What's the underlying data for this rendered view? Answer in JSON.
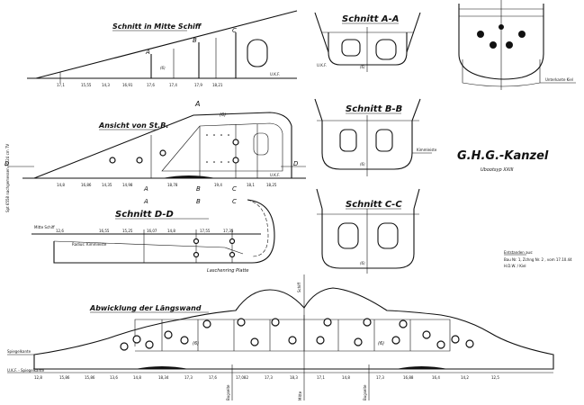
{
  "titles": {
    "section_midship": "Schnitt in Mitte Schiff",
    "view_starboard": "Ansicht von St.B.",
    "section_dd": "Schnitt D-D",
    "section_aa": "Schnitt A-A",
    "section_bb": "Schnitt B-B",
    "section_cc": "Schnitt C-C",
    "development": "Abwicklung der Längswand",
    "main_title": "G.H.G.-Kanzel",
    "subtitle": "Ubootsyp XXIII"
  },
  "markers": {
    "A": "A",
    "B": "B",
    "C": "C",
    "D": "D",
    "plate6": "(6)"
  },
  "labels": {
    "uk": "U.K.F.",
    "mitte_schiff": "Mitte Schiff",
    "keel_right": "Unterkante Kiel",
    "kimmleiste": "Kimmleiste",
    "radius_note": "Radius: Kimmleiste",
    "laschenring": "Laschenring Platte",
    "vertical_note": "Spt 6558 nachgemessen 76 24 cm TV",
    "bug_left": "Bugseite",
    "mitte": "Mitte",
    "bug_right": "Bugseite",
    "spiegel_left": "Spiegelkante",
    "uk_spiegel": "U.K.F. - Spiegelkante",
    "schiff_note": "Schiff"
  },
  "source_note": {
    "line1": "Entstanden aus:",
    "line2": "Bau Nr. 1, Zchng Nr. 2 , vom 17.10.44",
    "line3": "H.D.W. / Kiel"
  },
  "dims_top": [
    "17,1",
    "15,55",
    "14,3",
    "16,91",
    "17,6",
    "17,4",
    "17,9",
    "18,21"
  ],
  "dims_view": [
    "14,8",
    "16,86",
    "14,35",
    "14,98",
    "18,78",
    "19,4",
    "18,1",
    "18,25"
  ],
  "dims_dd": [
    "12,6",
    "16,55",
    "15,25",
    "16,07",
    "14,8",
    "17,55",
    "17,35"
  ],
  "dims_dev": [
    "12,8",
    "15,86",
    "15,86",
    "13,6",
    "14,8",
    "18,34",
    "17,3",
    "17,6",
    "17,082",
    "17,3",
    "18,3",
    "17,1",
    "14,8",
    "17,3",
    "16,88",
    "16,4",
    "14,2",
    "12,5"
  ]
}
